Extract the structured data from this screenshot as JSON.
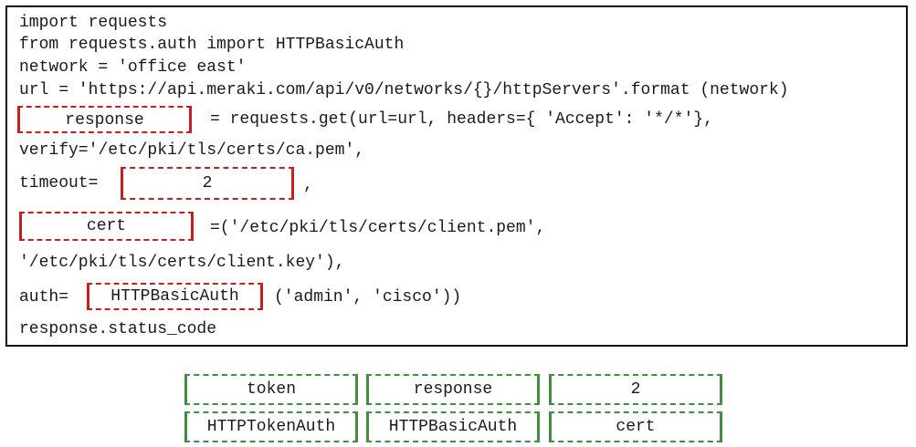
{
  "code": {
    "line1": "import requests",
    "line2": "from requests.auth import HTTPBasicAuth",
    "line3": "network = 'office east'",
    "line4": "url = 'https://api.meraki.com/api/v0/networks/{}/httpServers'.format (network)",
    "line5_after": "= requests.get(url=url, headers={ 'Accept': '*/*'},",
    "line6": "verify='/etc/pki/tls/certs/ca.pem',",
    "line7_prefix": "timeout=",
    "line7_suffix": ",",
    "line8_after": "=('/etc/pki/tls/certs/client.pem',",
    "line9": "'/etc/pki/tls/certs/client.key'),",
    "line10_prefix": "auth=",
    "line10_suffix": "('admin', 'cisco'))",
    "line11": "response.status_code"
  },
  "blanks": {
    "blank1": "response",
    "blank2": "2",
    "blank3": "cert",
    "blank4": "HTTPBasicAuth"
  },
  "options": [
    "token",
    "response",
    "2",
    "HTTPTokenAuth",
    "HTTPBasicAuth",
    "cert"
  ],
  "colors": {
    "drop_border": "#c61f1f",
    "option_border": "#3f8f3f",
    "panel_border": "#111111"
  }
}
